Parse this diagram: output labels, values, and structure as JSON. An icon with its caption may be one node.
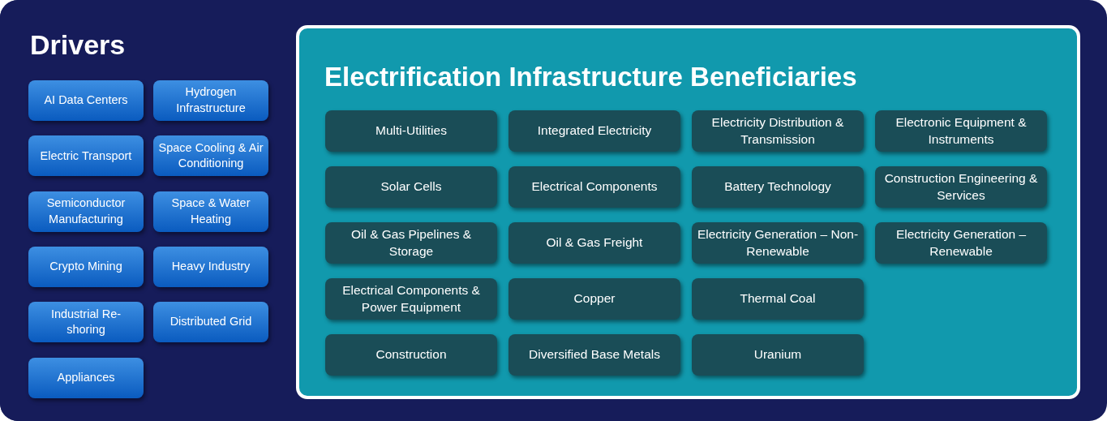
{
  "diagram": {
    "nodes": [
      {
        "text": [
          "Drivers"
        ]
      },
      {
        "text": [
          "AI Data Centers"
        ],
        "in": 0
      },
      {
        "text": [
          "Hydrogen Infrastructure"
        ],
        "in": 0
      },
      {
        "text": [
          "Electric Transport"
        ],
        "in": 0
      },
      {
        "text": [
          "Space Cooling & Air Conditioning"
        ],
        "in": 0
      },
      {
        "text": [
          "Semiconductor Manufacturing"
        ],
        "in": 0
      },
      {
        "text": [
          "Space & Water Heating"
        ],
        "in": 0
      },
      {
        "text": [
          "Crypto Mining"
        ],
        "in": 0
      },
      {
        "text": [
          "Heavy Industry"
        ],
        "in": 0
      },
      {
        "text": [
          "Industrial Re-shoring"
        ],
        "in": 0
      },
      {
        "text": [
          "Distributed Grid"
        ],
        "in": 0
      },
      {
        "text": [
          "Appliances"
        ],
        "in": 0
      },
      {
        "text": [
          "Electrification Infrastructure Beneficiaries"
        ]
      },
      {
        "text": [
          "Multi-Utilities"
        ],
        "in": 12
      },
      {
        "text": [
          "Integrated Electricity"
        ],
        "in": 12
      },
      {
        "text": [
          "Electricity Distribution & Transmission"
        ],
        "in": 12
      },
      {
        "text": [
          "Electronic Equipment & Instruments"
        ],
        "in": 12
      },
      {
        "text": [
          "Solar Cells"
        ],
        "in": 12
      },
      {
        "text": [
          "Electrical Components"
        ],
        "in": 12
      },
      {
        "text": [
          "Battery Technology"
        ],
        "in": 12
      },
      {
        "text": [
          "Construction Engineering & Services"
        ],
        "in": 12
      },
      {
        "text": [
          "Oil & Gas Pipelines & Storage"
        ],
        "in": 12
      },
      {
        "text": [
          "Oil & Gas Freight"
        ],
        "in": 12
      },
      {
        "text": [
          "Electricity Generation – Non-Renewable"
        ],
        "in": 12
      },
      {
        "text": [
          "Electricity Generation – Renewable"
        ],
        "in": 12
      },
      {
        "text": [
          "Electrical Components & Power Equipment"
        ],
        "in": 12
      },
      {
        "text": [
          "Copper"
        ],
        "in": 12
      },
      {
        "text": [
          "Thermal Coal"
        ],
        "in": 12
      },
      {
        "text": [
          "Construction"
        ],
        "in": 12
      },
      {
        "text": [
          "Diversified Base Metals"
        ],
        "in": 12
      },
      {
        "text": [
          "Uranium"
        ],
        "in": 12
      }
    ]
  }
}
